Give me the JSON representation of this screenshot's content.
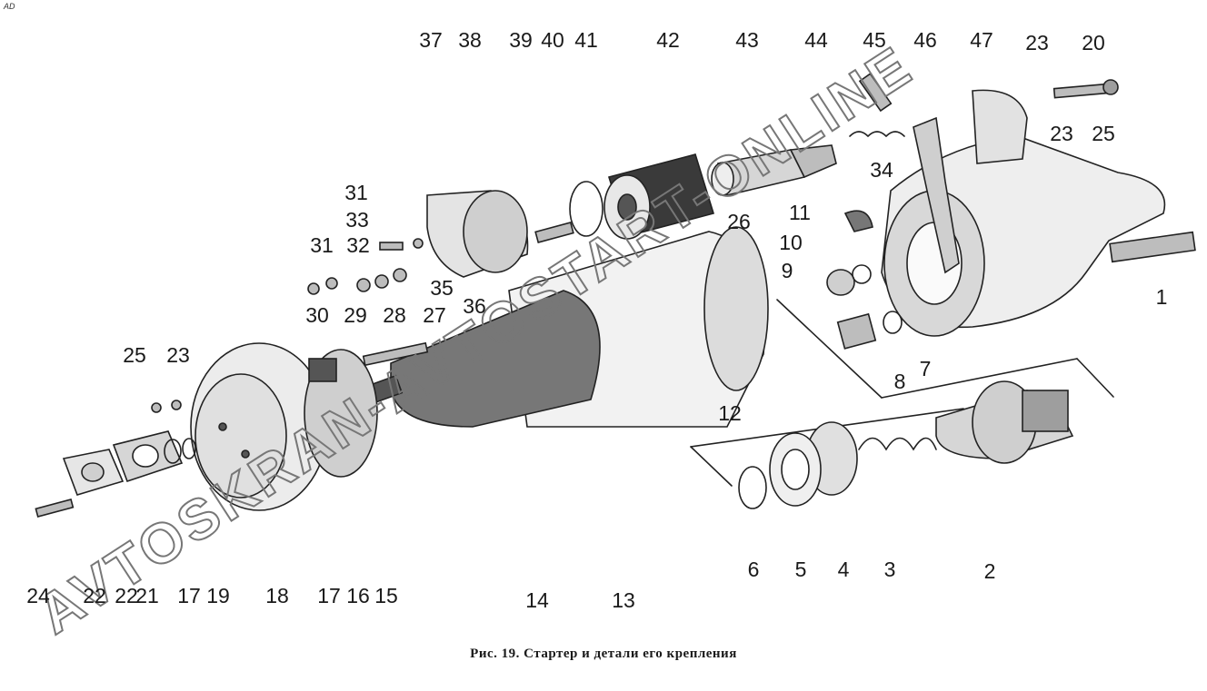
{
  "corner_mark": "AD",
  "caption": "Рис. 19. Стартер и детали его крепления",
  "watermark": "AVTOSKRAN-AVTOSTART-ONLINE",
  "part_numbers": [
    "37",
    "38",
    "39",
    "40",
    "41",
    "42",
    "43",
    "44",
    "45",
    "46",
    "47",
    "23",
    "20",
    "23",
    "25",
    "34",
    "31",
    "33",
    "26",
    "11",
    "10",
    "9",
    "31",
    "32",
    "35",
    "36",
    "30",
    "29",
    "28",
    "27",
    "1",
    "8",
    "7",
    "25",
    "23",
    "12",
    "14",
    "13",
    "18",
    "17",
    "16",
    "15",
    "21",
    "17",
    "19",
    "24",
    "22",
    "22",
    "6",
    "5",
    "4",
    "3",
    "2"
  ]
}
